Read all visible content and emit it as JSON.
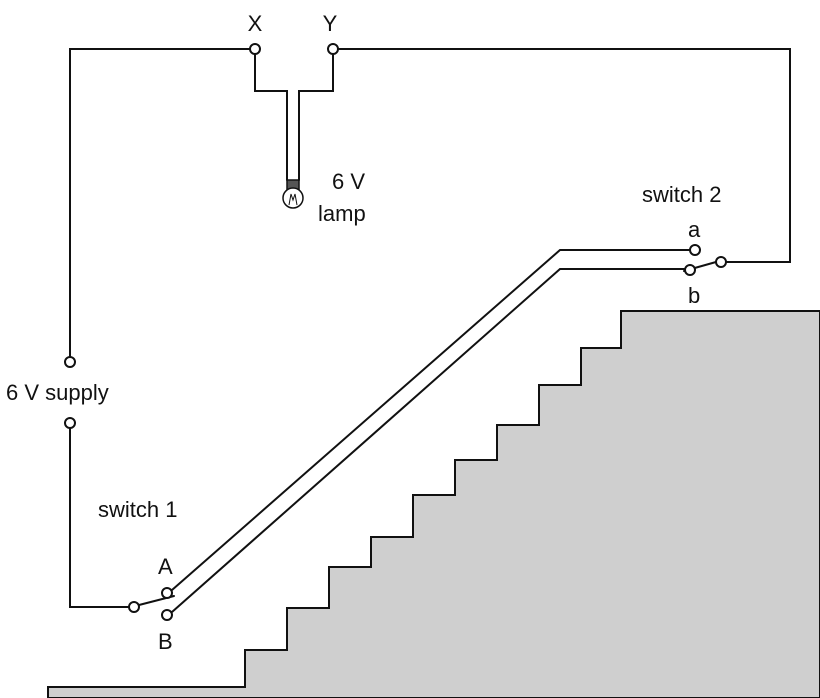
{
  "colors": {
    "wire": "#111111",
    "stairs_fill": "#cfcfcf",
    "background": "#ffffff"
  },
  "labels": {
    "terminal_x": "X",
    "terminal_y": "Y",
    "lamp_value": "6 V",
    "lamp_name": "lamp",
    "switch2_title": "switch 2",
    "switch2_a": "a",
    "switch2_b": "b",
    "supply": "6 V supply",
    "switch1_title": "switch 1",
    "switch1_A": "A",
    "switch1_B": "B"
  },
  "icons": {
    "lamp": "light-bulb-icon"
  }
}
